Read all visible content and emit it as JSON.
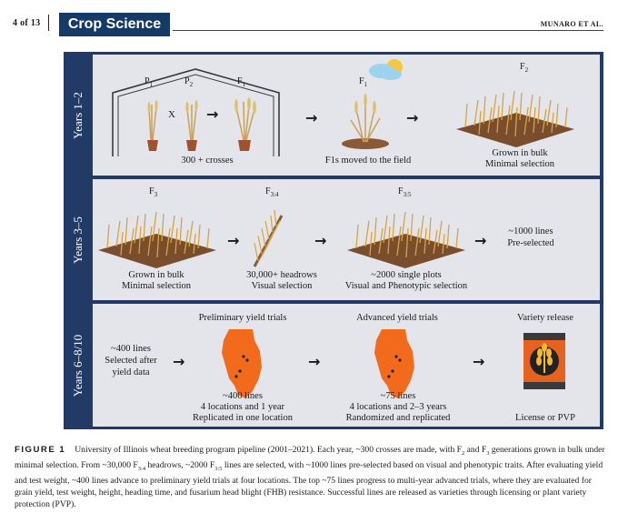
{
  "header": {
    "page": "4 of 13",
    "journal": "Crop Science",
    "authors": "MUNARO ET AL."
  },
  "figure": {
    "bands": [
      {
        "year_label": "Years 1–2"
      },
      {
        "year_label": "Years 3–5"
      },
      {
        "year_label": "Years 6–8/10"
      }
    ],
    "row1": {
      "p1": "P",
      "p1_sub": "1",
      "p2": "P",
      "p2_sub": "2",
      "cross_mark": "X",
      "f1_pot": "F",
      "f1_pot_sub": "1",
      "f1_field": "F",
      "f1_field_sub": "1",
      "f2": "F",
      "f2_sub": "2",
      "crosses": "300 + crosses",
      "moved": "F1s moved to the field",
      "bulk_1": "Grown in bulk",
      "bulk_2": "Minimal selection"
    },
    "row2": {
      "f3": "F",
      "f3_sub": "3",
      "f34": "F",
      "f34_sub": "3:4",
      "f35": "F",
      "f35_sub": "3:5",
      "bulk_1": "Grown in bulk",
      "bulk_2": "Minimal selection",
      "headrows_1": "30,000+ headrows",
      "headrows_2": "Visual selection",
      "plots_1": "~2000 single plots",
      "plots_2": "Visual and Phenotypic selection",
      "pre_1": "~1000 lines",
      "pre_2": "Pre-selected"
    },
    "row3": {
      "prelim_title": "Preliminary yield trials",
      "adv_title": "Advanced yield trials",
      "release_title": "Variety release",
      "sel_1": "~400 lines",
      "sel_2": "Selected after",
      "sel_3": "yield data",
      "prelim_1": "~400 lines",
      "prelim_2": "4 locations and 1 year",
      "prelim_3": "Replicated in one location",
      "adv_1": "~75 lines",
      "adv_2": "4 locations and 2–3 years",
      "adv_3": "Randomized and replicated",
      "license": "License or PVP"
    }
  },
  "caption": {
    "label": "FIGURE 1",
    "s1": "University of Illinois wheat breeding program pipeline (2001–2021). Each year, ~300 crosses are made, with F",
    "s1_sub": "2",
    "s2": " and F",
    "s2_sub": "3",
    "s3": " generations grown in bulk under minimal selection. From ~30,000 F",
    "s3_sub": "3:4",
    "s4": " headrows, ~2000 F",
    "s4_sub": "3:5",
    "s5": " lines are selected, with ~1000 lines pre-selected based on visual and phenotypic traits. After evaluating yield and test weight, ~400 lines advance to preliminary yield trials at four locations. The top ~75 lines progress to multi-year advanced trials, where they are evaluated for grain yield, test weight, height, heading time, and fusarium head blight (FHB) resistance. Successful lines are released as varieties through licensing or plant variety protection (PVP)."
  },
  "colors": {
    "frame": "#223b66",
    "band": "#e4e5ea",
    "journal_bg": "#163a66",
    "map": "#f26b1d",
    "soil": "#8a5a36",
    "wheat": "#d4a443"
  }
}
